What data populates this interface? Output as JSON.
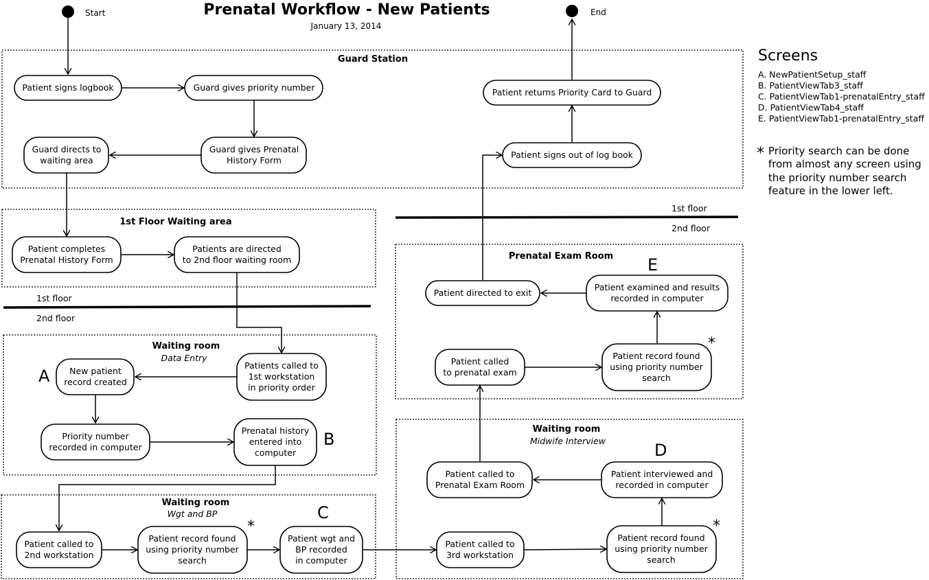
{
  "title": "Prenatal Workflow - New Patients",
  "date": "January 13, 2014",
  "start_label": "Start",
  "end_label": "End",
  "zones": {
    "guard": "Guard Station",
    "waiting1": "1st Floor Waiting area",
    "data_entry": "Waiting room",
    "data_entry_sub": "Data Entry",
    "wgt": "Waiting room",
    "wgt_sub": "Wgt and BP",
    "exam": "Prenatal Exam Room",
    "midwife": "Waiting room",
    "midwife_sub": "Midwife Interview"
  },
  "floors": {
    "first": "1st floor",
    "second": "2nd floor"
  },
  "nodes": {
    "signs_logbook": "Patient signs logbook",
    "priority_number": "Guard gives priority number",
    "prenatal_form": [
      "Guard gives Prenatal",
      "History Form"
    ],
    "directs_waiting": [
      "Guard directs to",
      "waiting area"
    ],
    "completes_form": [
      "Patient completes",
      "Prenatal History Form"
    ],
    "directed_2nd": [
      "Patients are directed",
      "to 2nd floor waiting room"
    ],
    "called_1st": [
      "Patients called to",
      "1st workstation",
      "in priority order"
    ],
    "new_record": [
      "New patient",
      "record created"
    ],
    "priority_recorded": [
      "Priority number",
      "recorded in computer"
    ],
    "history_entered": [
      "Prenatal history",
      "entered into",
      "computer"
    ],
    "called_2nd": [
      "Patient called to",
      "2nd workstation"
    ],
    "record_found_2": [
      "Patient record found",
      "using priority number",
      "search"
    ],
    "wgt_bp": [
      "Patient wgt and",
      "BP recorded",
      "in computer"
    ],
    "called_3rd": [
      "Patient called to",
      "3rd workstation"
    ],
    "record_found_3": [
      "Patient record found",
      "using priority number",
      "search"
    ],
    "interviewed": [
      "Patient interviewed and",
      "recorded in computer"
    ],
    "called_exam_room": [
      "Patient called to",
      "Prenatal Exam Room"
    ],
    "called_exam": [
      "Patient called",
      "to prenatal exam"
    ],
    "record_found_exam": [
      "Patient record found",
      "using priority number",
      "search"
    ],
    "examined": [
      "Patient examined and results",
      "recorded in computer"
    ],
    "directed_exit": "Patient directed to exit",
    "signs_out": "Patient signs out of log book",
    "returns_card": "Patient returns Priority Card to Guard"
  },
  "letters": {
    "a": "A",
    "b": "B",
    "c": "C",
    "d": "D",
    "e": "E"
  },
  "star": "*",
  "screens": {
    "title": "Screens",
    "items": [
      "A. NewPatientSetup_staff",
      "B. PatientViewTab3_staff",
      "C. PatientViewTab1-prenatalEntry_staff",
      "D. PatientViewTab4_staff",
      "E. PatientViewTab1-prenatalEntry_staff"
    ]
  },
  "note": {
    "star": "*",
    "lines": [
      "Priority search can be done",
      "from almost any screen using",
      "the priority number search",
      "feature in the lower left."
    ]
  }
}
